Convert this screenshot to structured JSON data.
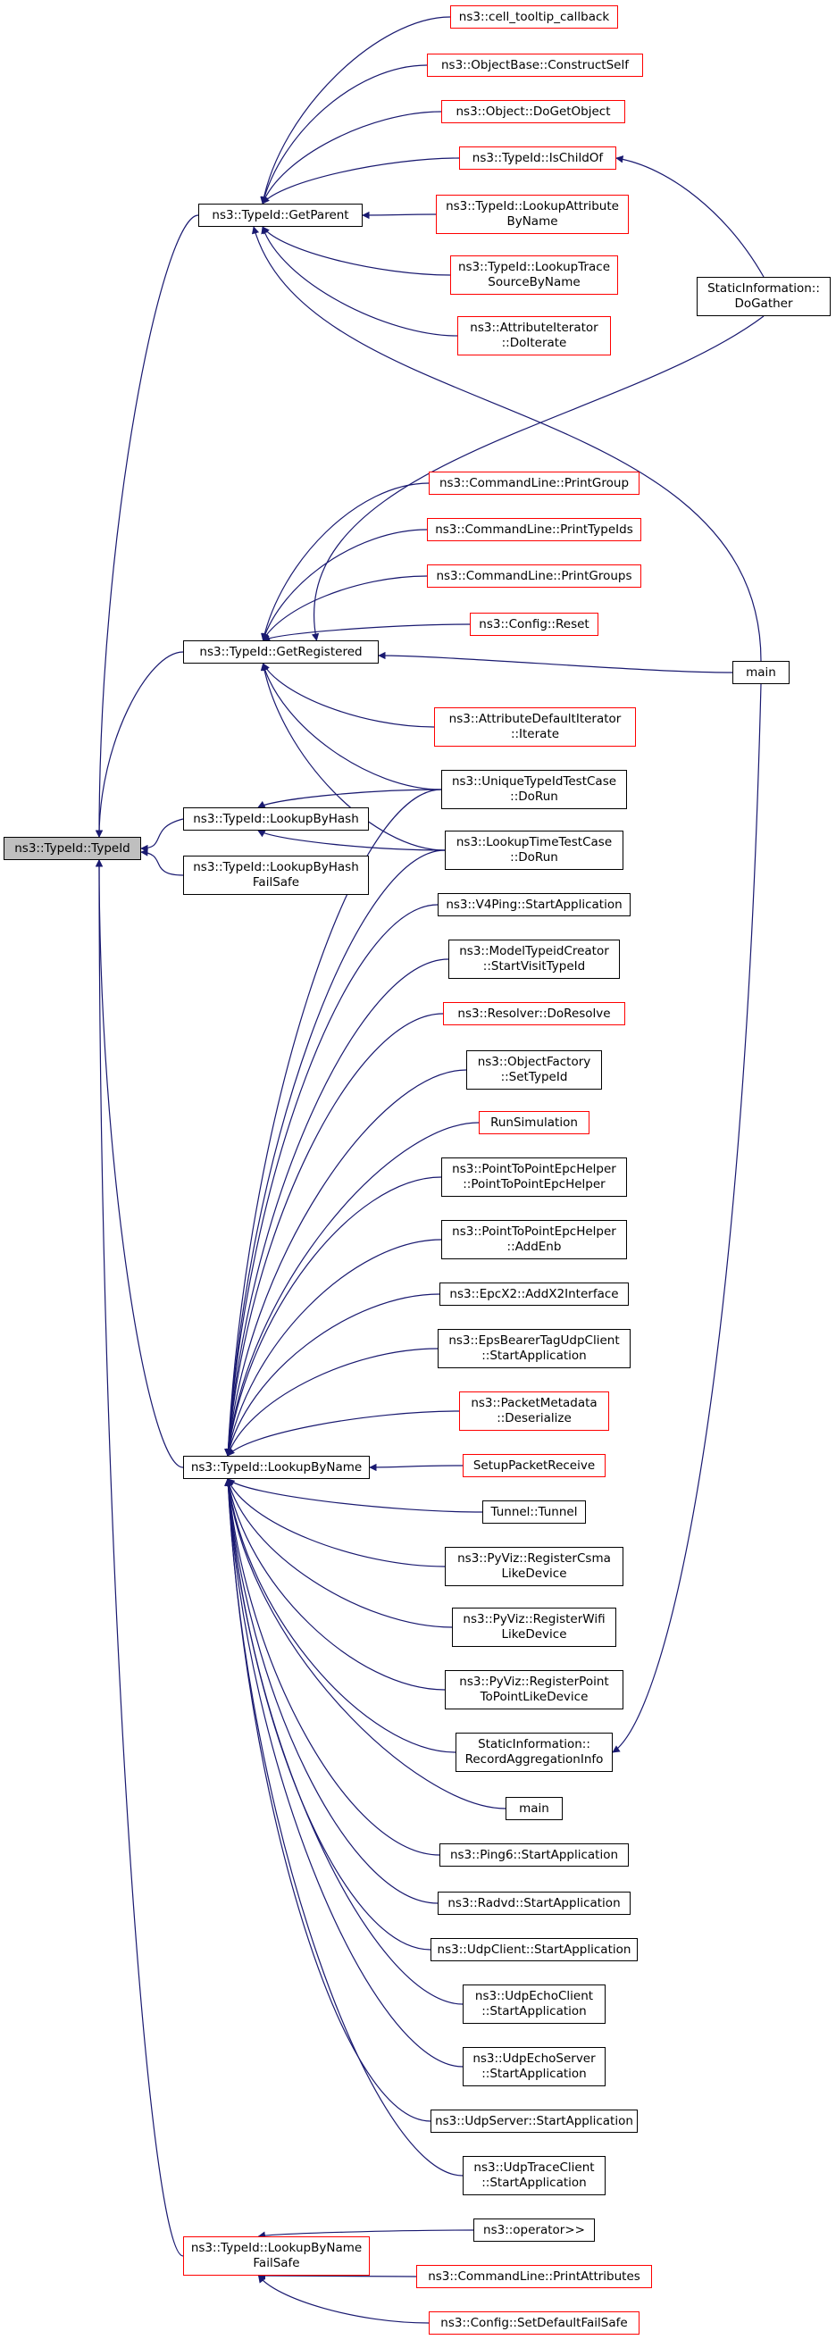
{
  "colors": {
    "edge": "#191970",
    "node_border": "#000000",
    "node_border_red": "#ff0000",
    "root_fill": "#bfbfbf"
  },
  "nodes": [
    {
      "id": "typeid",
      "lines": [
        "ns3::TypeId::TypeId"
      ],
      "style": "root"
    },
    {
      "id": "getparent",
      "lines": [
        "ns3::TypeId::GetParent"
      ],
      "style": "black"
    },
    {
      "id": "getregistered",
      "lines": [
        "ns3::TypeId::GetRegistered"
      ],
      "style": "black"
    },
    {
      "id": "lookupbyhash",
      "lines": [
        "ns3::TypeId::LookupByHash"
      ],
      "style": "black"
    },
    {
      "id": "lookupbyhashfailsafe",
      "lines": [
        "ns3::TypeId::LookupByHash",
        "FailSafe"
      ],
      "style": "black"
    },
    {
      "id": "lookupbyname",
      "lines": [
        "ns3::TypeId::LookupByName"
      ],
      "style": "black"
    },
    {
      "id": "lookupbynamefailsafe",
      "lines": [
        "ns3::TypeId::LookupByName",
        "FailSafe"
      ],
      "style": "red"
    },
    {
      "id": "celltooltip",
      "lines": [
        "ns3::cell_tooltip_callback"
      ],
      "style": "red"
    },
    {
      "id": "constructself",
      "lines": [
        "ns3::ObjectBase::ConstructSelf"
      ],
      "style": "red"
    },
    {
      "id": "dogetobject",
      "lines": [
        "ns3::Object::DoGetObject"
      ],
      "style": "red"
    },
    {
      "id": "ischildof",
      "lines": [
        "ns3::TypeId::IsChildOf"
      ],
      "style": "red"
    },
    {
      "id": "lookupattr",
      "lines": [
        "ns3::TypeId::LookupAttribute",
        "ByName"
      ],
      "style": "red"
    },
    {
      "id": "lookuptrace",
      "lines": [
        "ns3::TypeId::LookupTrace",
        "SourceByName"
      ],
      "style": "red"
    },
    {
      "id": "attriter",
      "lines": [
        "ns3::AttributeIterator",
        "::DoIterate"
      ],
      "style": "red"
    },
    {
      "id": "staticgather",
      "lines": [
        "StaticInformation::",
        "DoGather"
      ],
      "style": "black"
    },
    {
      "id": "printgroup",
      "lines": [
        "ns3::CommandLine::PrintGroup"
      ],
      "style": "red"
    },
    {
      "id": "printtypeids",
      "lines": [
        "ns3::CommandLine::PrintTypeIds"
      ],
      "style": "red"
    },
    {
      "id": "printgroups",
      "lines": [
        "ns3::CommandLine::PrintGroups"
      ],
      "style": "red"
    },
    {
      "id": "configreset",
      "lines": [
        "ns3::Config::Reset"
      ],
      "style": "red"
    },
    {
      "id": "main1",
      "lines": [
        "main"
      ],
      "style": "black"
    },
    {
      "id": "attrdefiter",
      "lines": [
        "ns3::AttributeDefaultIterator",
        "::Iterate"
      ],
      "style": "red"
    },
    {
      "id": "uniquetest",
      "lines": [
        "ns3::UniqueTypeIdTestCase",
        "::DoRun"
      ],
      "style": "black"
    },
    {
      "id": "lookuptimetest",
      "lines": [
        "ns3::LookupTimeTestCase",
        "::DoRun"
      ],
      "style": "black"
    },
    {
      "id": "v4ping",
      "lines": [
        "ns3::V4Ping::StartApplication"
      ],
      "style": "black"
    },
    {
      "id": "modeltypeid",
      "lines": [
        "ns3::ModelTypeidCreator",
        "::StartVisitTypeId"
      ],
      "style": "black"
    },
    {
      "id": "resolver",
      "lines": [
        "ns3::Resolver::DoResolve"
      ],
      "style": "red"
    },
    {
      "id": "objfactory",
      "lines": [
        "ns3::ObjectFactory",
        "::SetTypeId"
      ],
      "style": "black"
    },
    {
      "id": "runsim",
      "lines": [
        "RunSimulation"
      ],
      "style": "red"
    },
    {
      "id": "p2pepc",
      "lines": [
        "ns3::PointToPointEpcHelper",
        "::PointToPointEpcHelper"
      ],
      "style": "black"
    },
    {
      "id": "p2pepcaddenb",
      "lines": [
        "ns3::PointToPointEpcHelper",
        "::AddEnb"
      ],
      "style": "black"
    },
    {
      "id": "epcx2",
      "lines": [
        "ns3::EpcX2::AddX2Interface"
      ],
      "style": "black"
    },
    {
      "id": "epsbearer",
      "lines": [
        "ns3::EpsBearerTagUdpClient",
        "::StartApplication"
      ],
      "style": "black"
    },
    {
      "id": "packetmeta",
      "lines": [
        "ns3::PacketMetadata",
        "::Deserialize"
      ],
      "style": "red"
    },
    {
      "id": "setuppacket",
      "lines": [
        "SetupPacketReceive"
      ],
      "style": "red"
    },
    {
      "id": "tunnel",
      "lines": [
        "Tunnel::Tunnel"
      ],
      "style": "black"
    },
    {
      "id": "pyvizcsma",
      "lines": [
        "ns3::PyViz::RegisterCsma",
        "LikeDevice"
      ],
      "style": "black"
    },
    {
      "id": "pyvizwifi",
      "lines": [
        "ns3::PyViz::RegisterWifi",
        "LikeDevice"
      ],
      "style": "black"
    },
    {
      "id": "pyvizp2p",
      "lines": [
        "ns3::PyViz::RegisterPoint",
        "ToPointLikeDevice"
      ],
      "style": "black"
    },
    {
      "id": "staticrecord",
      "lines": [
        "StaticInformation::",
        "RecordAggregationInfo"
      ],
      "style": "black"
    },
    {
      "id": "main2",
      "lines": [
        "main"
      ],
      "style": "black"
    },
    {
      "id": "ping6",
      "lines": [
        "ns3::Ping6::StartApplication"
      ],
      "style": "black"
    },
    {
      "id": "radvd",
      "lines": [
        "ns3::Radvd::StartApplication"
      ],
      "style": "black"
    },
    {
      "id": "udpclient",
      "lines": [
        "ns3::UdpClient::StartApplication"
      ],
      "style": "black"
    },
    {
      "id": "udpechoclient",
      "lines": [
        "ns3::UdpEchoClient",
        "::StartApplication"
      ],
      "style": "black"
    },
    {
      "id": "udpechoserver",
      "lines": [
        "ns3::UdpEchoServer",
        "::StartApplication"
      ],
      "style": "black"
    },
    {
      "id": "udpserver",
      "lines": [
        "ns3::UdpServer::StartApplication"
      ],
      "style": "black"
    },
    {
      "id": "udptraceclient",
      "lines": [
        "ns3::UdpTraceClient",
        "::StartApplication"
      ],
      "style": "black"
    },
    {
      "id": "operatorshr",
      "lines": [
        "ns3::operator>>"
      ],
      "style": "black"
    },
    {
      "id": "printattrs",
      "lines": [
        "ns3::CommandLine::PrintAttributes"
      ],
      "style": "red"
    },
    {
      "id": "setdefaultfs",
      "lines": [
        "ns3::Config::SetDefaultFailSafe"
      ],
      "style": "red"
    }
  ],
  "edges": [
    [
      "getparent",
      "typeid"
    ],
    [
      "getregistered",
      "typeid"
    ],
    [
      "lookupbyhash",
      "typeid"
    ],
    [
      "lookupbyhashfailsafe",
      "typeid"
    ],
    [
      "lookupbyname",
      "typeid"
    ],
    [
      "lookupbynamefailsafe",
      "typeid"
    ],
    [
      "celltooltip",
      "getparent"
    ],
    [
      "constructself",
      "getparent"
    ],
    [
      "dogetobject",
      "getparent"
    ],
    [
      "ischildof",
      "getparent"
    ],
    [
      "lookupattr",
      "getparent"
    ],
    [
      "lookuptrace",
      "getparent"
    ],
    [
      "attriter",
      "getparent"
    ],
    [
      "main1",
      "getparent"
    ],
    [
      "staticgather",
      "ischildof"
    ],
    [
      "staticgather",
      "getregistered"
    ],
    [
      "printgroup",
      "getregistered"
    ],
    [
      "printtypeids",
      "getregistered"
    ],
    [
      "printgroups",
      "getregistered"
    ],
    [
      "configreset",
      "getregistered"
    ],
    [
      "main1",
      "getregistered"
    ],
    [
      "attrdefiter",
      "getregistered"
    ],
    [
      "uniquetest",
      "getregistered"
    ],
    [
      "lookuptimetest",
      "getregistered"
    ],
    [
      "uniquetest",
      "lookupbyhash"
    ],
    [
      "lookuptimetest",
      "lookupbyhash"
    ],
    [
      "uniquetest",
      "lookupbyname"
    ],
    [
      "lookuptimetest",
      "lookupbyname"
    ],
    [
      "v4ping",
      "lookupbyname"
    ],
    [
      "modeltypeid",
      "lookupbyname"
    ],
    [
      "resolver",
      "lookupbyname"
    ],
    [
      "objfactory",
      "lookupbyname"
    ],
    [
      "runsim",
      "lookupbyname"
    ],
    [
      "p2pepc",
      "lookupbyname"
    ],
    [
      "p2pepcaddenb",
      "lookupbyname"
    ],
    [
      "epcx2",
      "lookupbyname"
    ],
    [
      "epsbearer",
      "lookupbyname"
    ],
    [
      "packetmeta",
      "lookupbyname"
    ],
    [
      "setuppacket",
      "lookupbyname"
    ],
    [
      "tunnel",
      "lookupbyname"
    ],
    [
      "pyvizcsma",
      "lookupbyname"
    ],
    [
      "pyvizwifi",
      "lookupbyname"
    ],
    [
      "pyvizp2p",
      "lookupbyname"
    ],
    [
      "staticrecord",
      "lookupbyname"
    ],
    [
      "main2",
      "lookupbyname"
    ],
    [
      "ping6",
      "lookupbyname"
    ],
    [
      "radvd",
      "lookupbyname"
    ],
    [
      "udpclient",
      "lookupbyname"
    ],
    [
      "udpechoclient",
      "lookupbyname"
    ],
    [
      "udpechoserver",
      "lookupbyname"
    ],
    [
      "udpserver",
      "lookupbyname"
    ],
    [
      "udptraceclient",
      "lookupbyname"
    ],
    [
      "main1",
      "staticrecord"
    ],
    [
      "operatorshr",
      "lookupbynamefailsafe"
    ],
    [
      "printattrs",
      "lookupbynamefailsafe"
    ],
    [
      "setdefaultfs",
      "lookupbynamefailsafe"
    ]
  ]
}
